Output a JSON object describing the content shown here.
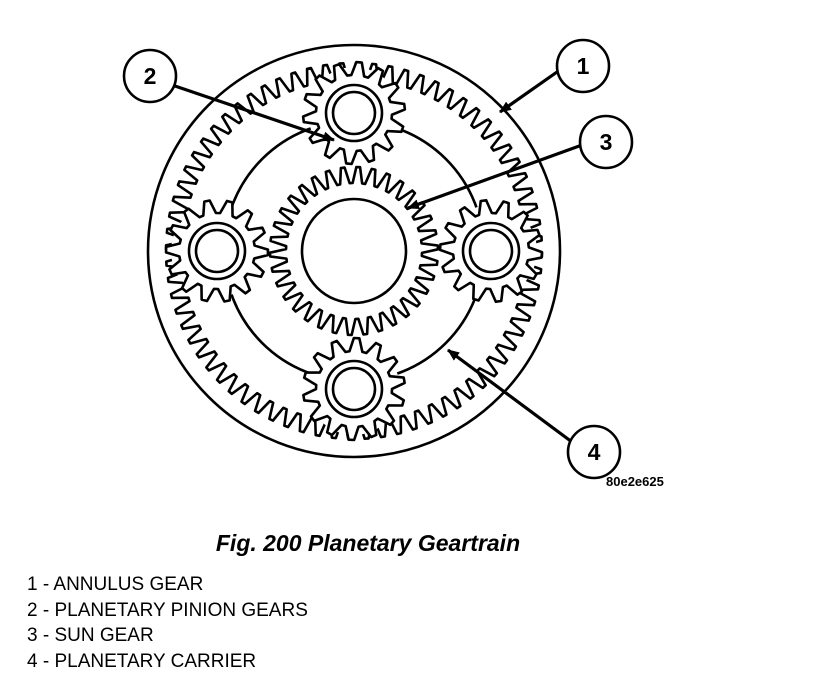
{
  "figure": {
    "id_code": "80e2e625",
    "caption": "Fig. 200 Planetary Geartrain"
  },
  "callouts": [
    {
      "number": "1",
      "label": "1 - ANNULUS GEAR"
    },
    {
      "number": "2",
      "label": "2 - PLANETARY PINION GEARS"
    },
    {
      "number": "3",
      "label": "3 - SUN GEAR"
    },
    {
      "number": "4",
      "label": "4 - PLANETARY CARRIER"
    }
  ]
}
